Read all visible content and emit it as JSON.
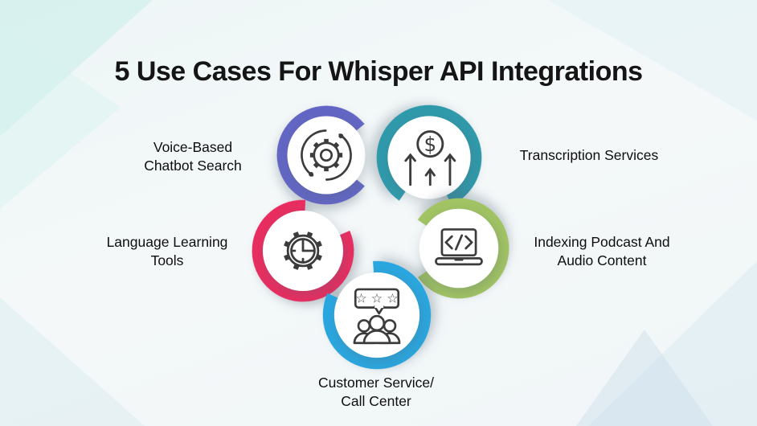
{
  "title": "5 Use Cases For Whisper API Integrations",
  "background": {
    "base_color": "#f2f6f7",
    "accent_color": "#d8eef0"
  },
  "items": [
    {
      "id": "voice-chatbot",
      "label": "Voice-Based\nChatbot Search",
      "color": "#6366c4",
      "icon": "gear-sync-icon"
    },
    {
      "id": "transcription",
      "label": "Transcription Services",
      "color": "#2f9aab",
      "icon": "dollar-growth-icon"
    },
    {
      "id": "language-learning",
      "label": "Language Learning\nTools",
      "color": "#e92d60",
      "icon": "gear-clock-icon"
    },
    {
      "id": "podcast-indexing",
      "label": "Indexing Podcast And\nAudio Content",
      "color": "#a2c463",
      "icon": "laptop-code-icon"
    },
    {
      "id": "customer-service",
      "label": "Customer Service/\nCall Center",
      "color": "#2aa7e0",
      "icon": "customers-review-icon"
    }
  ],
  "icon_stroke_color": "#3c3c3c"
}
